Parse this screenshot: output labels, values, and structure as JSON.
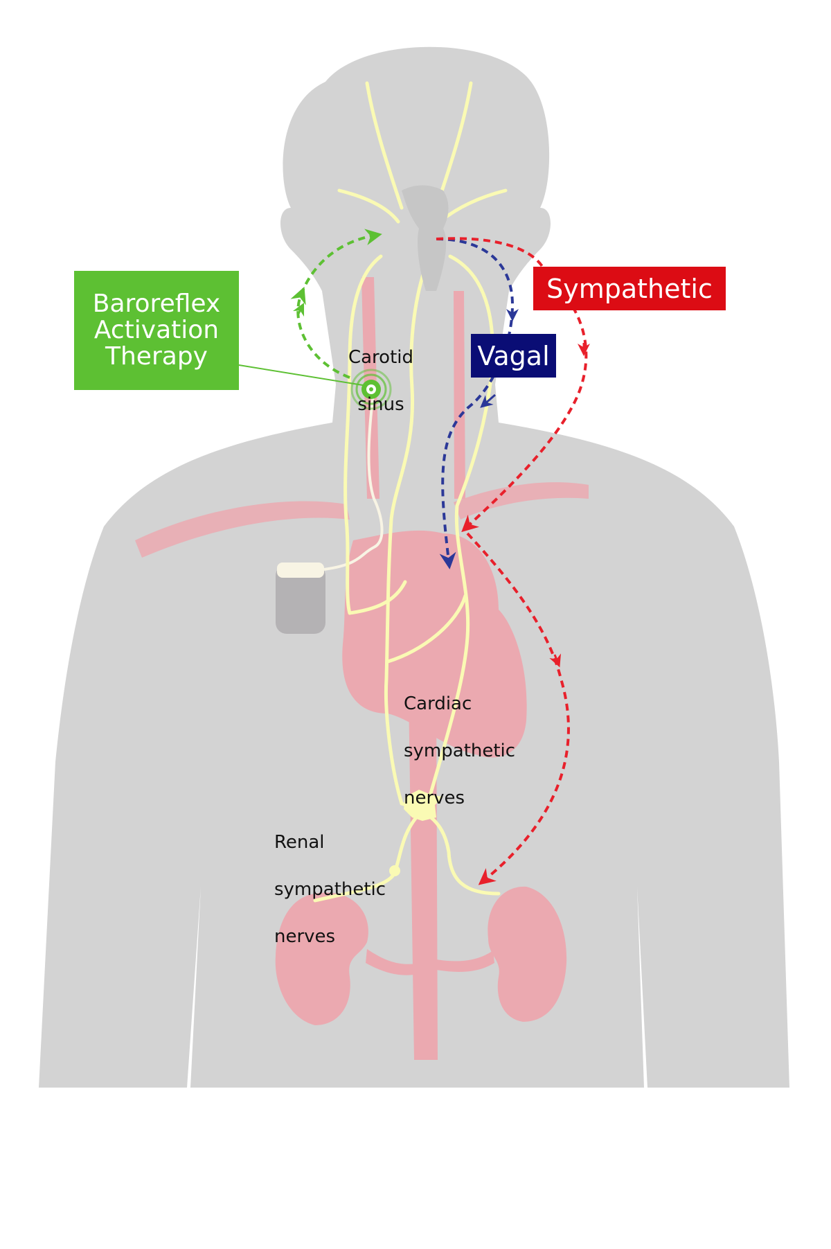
{
  "colors": {
    "body": "#d3d3d3",
    "nerve": "#fafab4",
    "vessel": "#eba9b0",
    "therapy_green": "#5dc033",
    "vagal_navy": "#0a0d75",
    "vagal_arrow": "#2b3898",
    "sympathetic_red": "#dc0c14",
    "sympathetic_arrow": "#e8202b"
  },
  "labels": {
    "therapy_line1": "Baroreflex",
    "therapy_line2": "Activation",
    "therapy_line3": "Therapy",
    "sympathetic": "Sympathetic",
    "vagal": "Vagal",
    "carotid_line1": "Carotid",
    "carotid_line2": "sinus",
    "cardiac_line1": "Cardiac",
    "cardiac_line2": "sympathetic",
    "cardiac_line3": "nerves",
    "renal_line1": "Renal",
    "renal_line2": "sympathetic",
    "renal_line3": "nerves"
  },
  "icons": [
    "stimulation-electrode-icon",
    "pulse-generator-icon"
  ]
}
